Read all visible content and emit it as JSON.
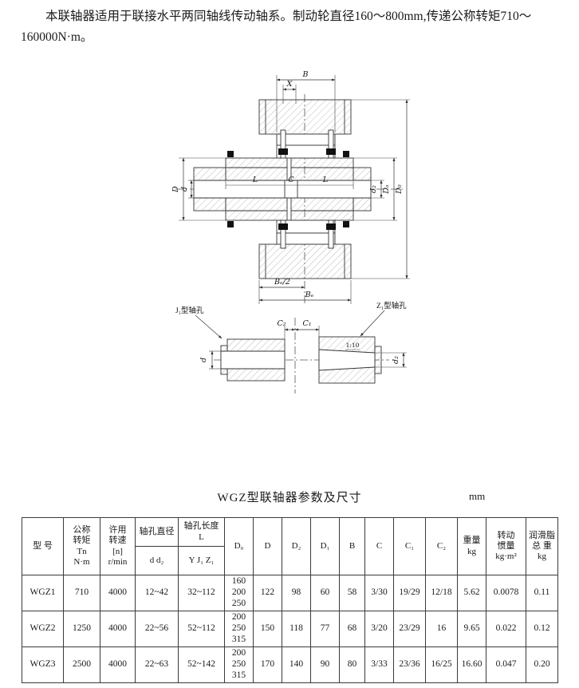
{
  "page": {
    "intro": "本联轴器适用于联接水平两同轴线传动轴系。制动轮直径160～800mm,传递公称转矩710～160000N·m。",
    "table_title": "WGZ型联轴器参数及尺寸",
    "unit": "mm"
  },
  "drawing": {
    "labels": {
      "B": "B",
      "X": "X",
      "D": "D",
      "d": "d",
      "L_left": "L",
      "C": "C",
      "L_right": "L",
      "d2": "d₂",
      "Da": "Dₐ",
      "D0": "D₀",
      "Be_half": "Bₑ/2",
      "Be": "Bₑ",
      "j1": "J₁型轴孔",
      "z1": "Z₁型轴孔",
      "C2": "C₂",
      "C1": "C₁",
      "d_detail": "d",
      "d2_detail": "d₂",
      "taper": "1:10"
    }
  },
  "table": {
    "headers": {
      "model": "型 号",
      "torque": "公称\n转矩\nTn\nN·m",
      "speed": "许用\n转速\n[n]\nr/min",
      "bore_dia": "轴孔直径",
      "bore_dia_sub": "d d₂",
      "bore_len": "轴孔长度\nL",
      "bore_len_sub": "Y J₁ Z₁",
      "D0": "D₀",
      "D": "D",
      "D2": "D₂",
      "D1": "D₁",
      "B": "B",
      "C": "C",
      "C1": "C₁",
      "C2": "C₂",
      "weight": "重量\nkg",
      "inertia": "转动\n惯量\nkg·m²",
      "grease": "润滑脂\n总 重\nkg"
    },
    "rows": [
      [
        "WGZ1",
        "710",
        "4000",
        "12~42",
        "32~112",
        "160\n200\n250",
        "122",
        "98",
        "60",
        "58",
        "3/30",
        "19/29",
        "12/18",
        "5.62",
        "0.0078",
        "0.11"
      ],
      [
        "WGZ2",
        "1250",
        "4000",
        "22~56",
        "52~112",
        "200\n250\n315",
        "150",
        "118",
        "77",
        "68",
        "3/20",
        "23/29",
        "16",
        "9.65",
        "0.022",
        "0.12"
      ],
      [
        "WGZ3",
        "2500",
        "4000",
        "22~63",
        "52~142",
        "200\n250\n315",
        "170",
        "140",
        "90",
        "80",
        "3/33",
        "23/36",
        "16/25",
        "16.60",
        "0.047",
        "0.20"
      ]
    ]
  }
}
